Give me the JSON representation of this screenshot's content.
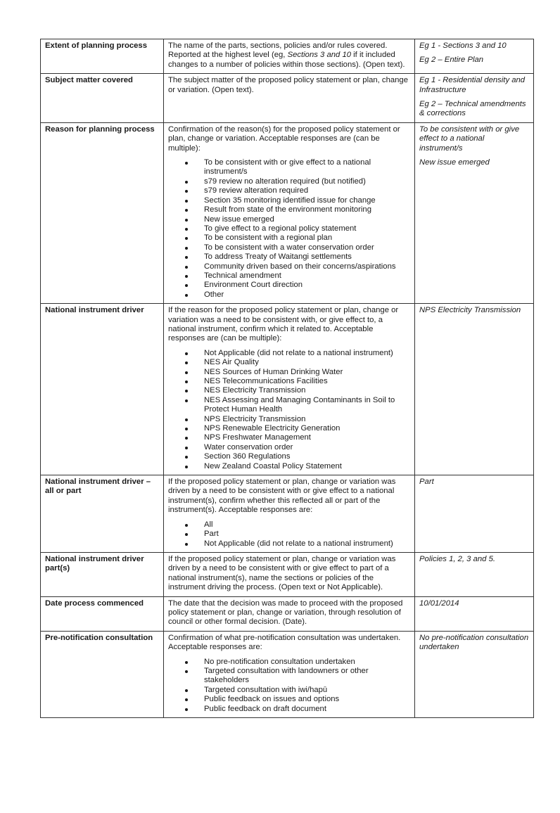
{
  "rows": [
    {
      "field": "Extent of planning process",
      "desc_parts": [
        {
          "t": "The name of the parts, sections, policies and/or rules covered. Reported at the highest level (eg, "
        },
        {
          "t": "Sections 3 and 10",
          "i": true
        },
        {
          "t": " if it included changes to a number of policies within those sections). (Open text)."
        }
      ],
      "options": [],
      "examples": [
        "Eg 1 - Sections 3 and 10",
        "Eg 2 – Entire Plan"
      ]
    },
    {
      "field": "Subject matter covered",
      "desc_parts": [
        {
          "t": "The subject matter of the proposed policy statement or plan, change or variation. (Open text)."
        }
      ],
      "options": [],
      "examples": [
        "Eg 1 - Residential density and Infrastructure",
        "Eg 2 – Technical amendments & corrections"
      ]
    },
    {
      "field": "Reason for planning process",
      "desc_parts": [
        {
          "t": "Confirmation of the reason(s) for the proposed policy statement or plan, change or variation. Acceptable responses are (can be multiple):"
        }
      ],
      "options": [
        "To be consistent with or give effect to a national instrument/s",
        "s79 review no alteration required (but notified)",
        "s79 review alteration required",
        "Section 35 monitoring identified issue for change",
        "Result from state of the environment monitoring",
        "New issue emerged",
        "To give effect to a regional policy statement",
        "To be consistent with a regional plan",
        "To be consistent with a water conservation order",
        "To address Treaty of Waitangi settlements",
        "Community driven based on their concerns/aspirations",
        "Technical amendment",
        "Environment Court direction",
        "Other"
      ],
      "examples": [
        "To be consistent with or give effect to a national instrument/s",
        "New issue emerged"
      ]
    },
    {
      "field": "National instrument driver",
      "desc_parts": [
        {
          "t": "If the reason for the proposed policy statement or plan, change or variation was a need to be consistent with, or give effect to, a national instrument, confirm which it related to. Acceptable responses are (can be multiple):"
        }
      ],
      "options": [
        "Not Applicable (did not relate to a national instrument)",
        "NES Air Quality",
        "NES Sources of Human Drinking Water",
        "NES Telecommunications Facilities",
        "NES Electricity Transmission",
        "NES Assessing and Managing Contaminants in Soil to Protect Human Health",
        "NPS Electricity Transmission",
        "NPS Renewable Electricity Generation",
        "NPS Freshwater Management",
        "Water conservation order",
        "Section 360 Regulations",
        "New Zealand Coastal Policy Statement"
      ],
      "examples": [
        "NPS Electricity Transmission"
      ]
    },
    {
      "field": "National instrument driver – all or part",
      "desc_parts": [
        {
          "t": "If the proposed policy statement or plan, change or variation was driven by a need to be consistent with or give effect to a national instrument(s), confirm whether this reflected all or part of the instrument(s). Acceptable responses are:"
        }
      ],
      "options": [
        "All",
        "Part",
        "Not Applicable (did not relate to a national instrument)"
      ],
      "examples": [
        "Part"
      ]
    },
    {
      "field": "National instrument driver part(s)",
      "desc_parts": [
        {
          "t": "If the proposed policy statement or plan, change or variation was driven by a need to be consistent with or give effect to part of a national instrument(s), name the sections or policies of the instrument driving the process. (Open text or Not Applicable)."
        }
      ],
      "options": [],
      "examples": [
        "Policies 1, 2, 3 and 5."
      ]
    },
    {
      "field": "Date process commenced",
      "desc_parts": [
        {
          "t": "The date that the decision was made to proceed with the proposed policy statement or plan, change or variation, through resolution of council or other formal decision. (Date)."
        }
      ],
      "options": [],
      "examples": [
        "10/01/2014"
      ]
    },
    {
      "field": "Pre-notification consultation",
      "desc_parts": [
        {
          "t": "Confirmation of what pre-notification consultation was undertaken. Acceptable responses are:"
        }
      ],
      "options": [
        "No pre-notification consultation undertaken",
        "Targeted consultation with landowners or other stakeholders",
        "Targeted consultation with iwi/hapū",
        "Public feedback on issues and options",
        "Public feedback on draft document"
      ],
      "examples": [
        "No pre-notification consultation undertaken"
      ]
    }
  ]
}
